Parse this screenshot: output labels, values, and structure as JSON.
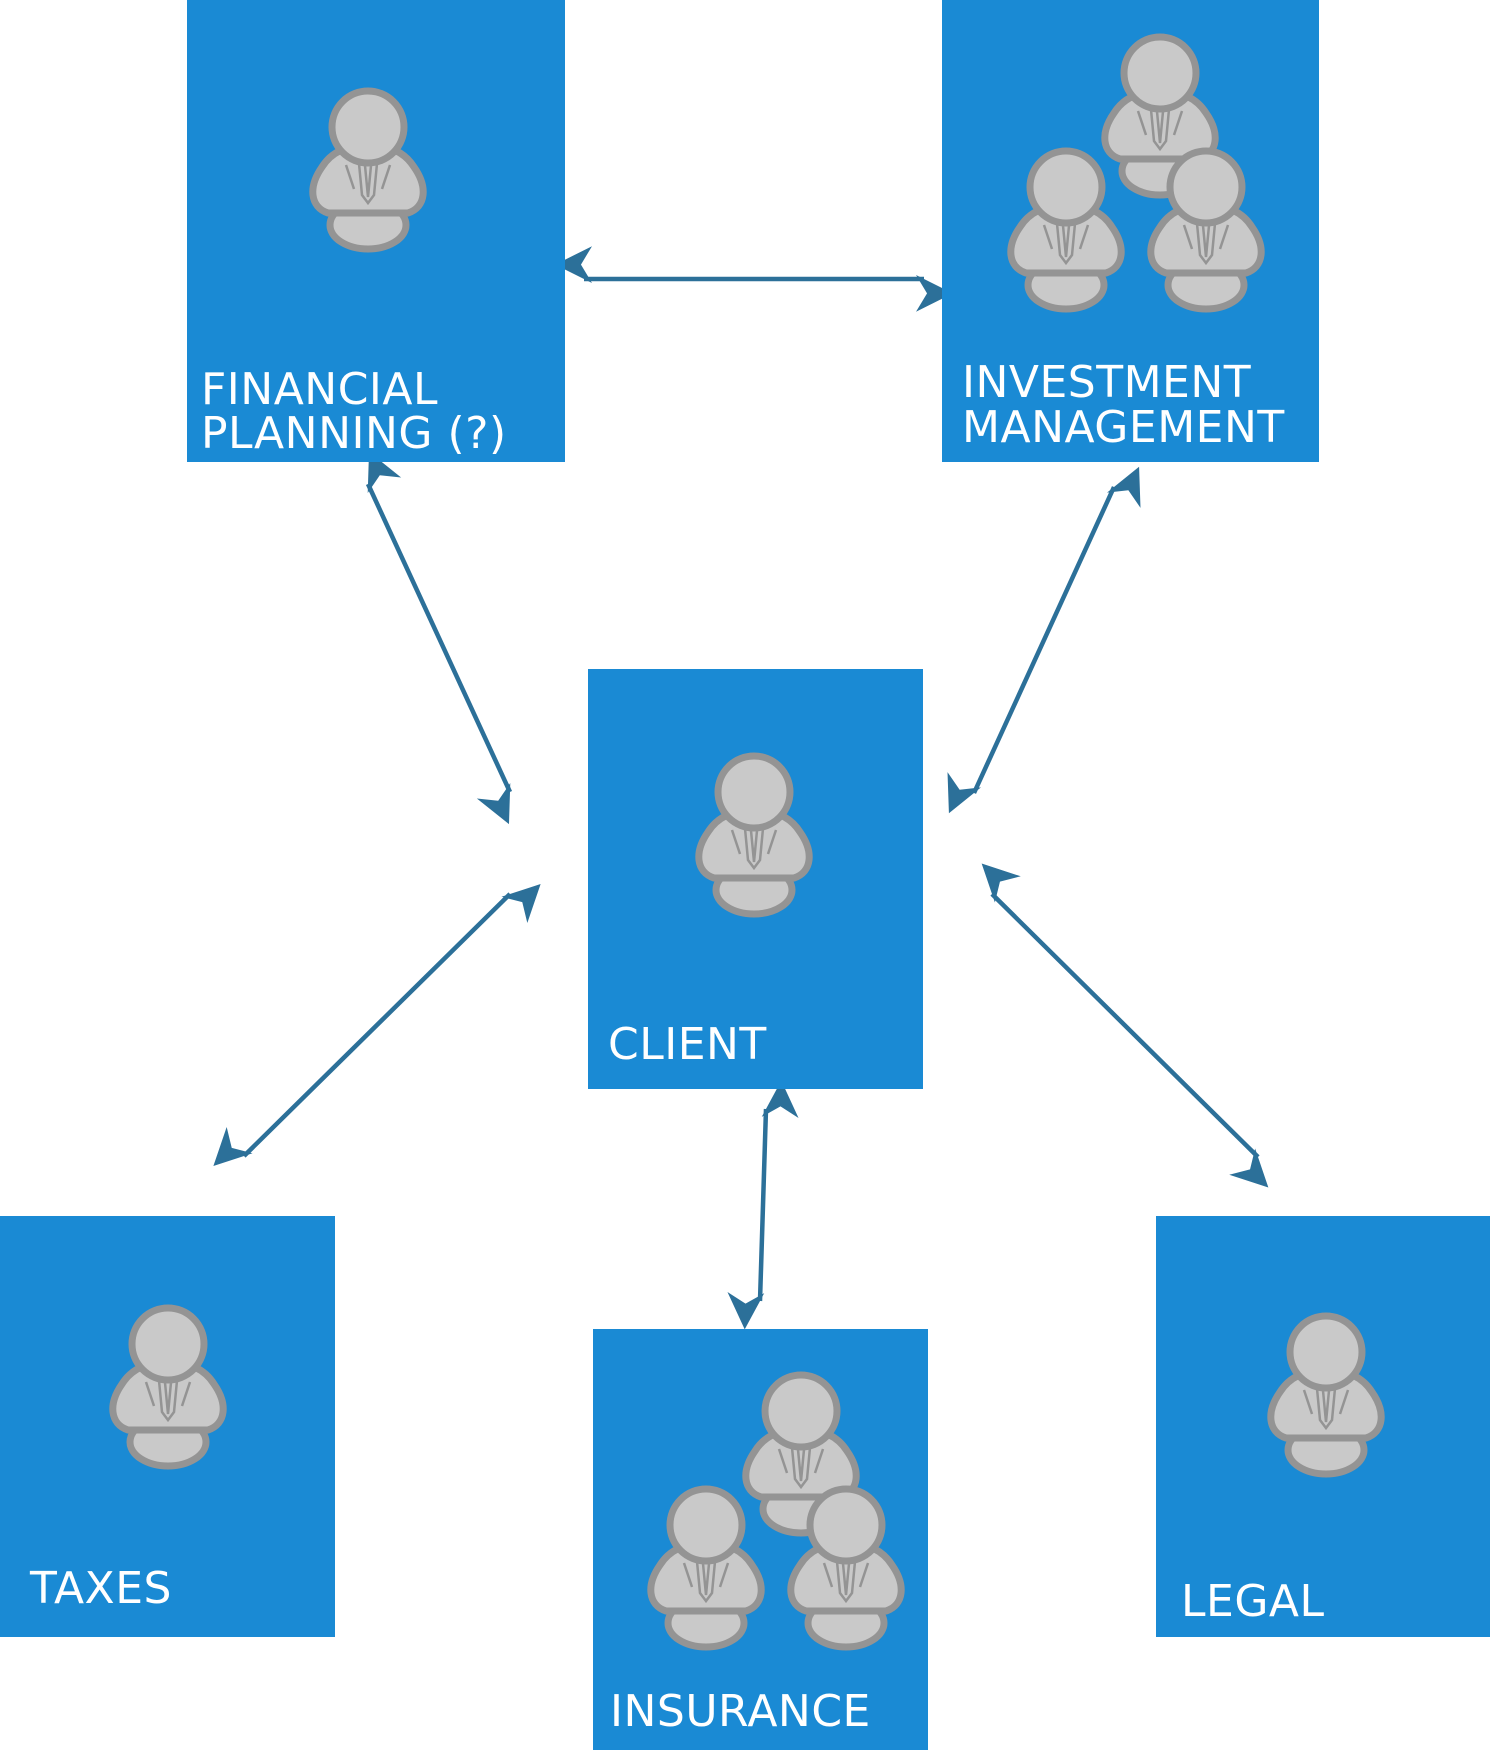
{
  "diagram": {
    "nodes": [
      {
        "id": "financial_planning",
        "label_lines": [
          "FINANCIAL",
          "PLANNING (?)"
        ],
        "people": 1
      },
      {
        "id": "investment_management",
        "label_lines": [
          "INVESTMENT",
          "MANAGEMENT"
        ],
        "people": 3
      },
      {
        "id": "client",
        "label_lines": [
          "CLIENT"
        ],
        "people": 1
      },
      {
        "id": "taxes",
        "label_lines": [
          "TAXES"
        ],
        "people": 1
      },
      {
        "id": "insurance",
        "label_lines": [
          "INSURANCE"
        ],
        "people": 3
      },
      {
        "id": "legal",
        "label_lines": [
          "LEGAL"
        ],
        "people": 1
      }
    ],
    "edges": [
      {
        "from": "financial_planning",
        "to": "investment_management",
        "bidirectional": true
      },
      {
        "from": "financial_planning",
        "to": "client",
        "bidirectional": true
      },
      {
        "from": "investment_management",
        "to": "client",
        "bidirectional": true
      },
      {
        "from": "taxes",
        "to": "client",
        "bidirectional": true
      },
      {
        "from": "insurance",
        "to": "client",
        "bidirectional": true
      },
      {
        "from": "legal",
        "to": "client",
        "bidirectional": true
      }
    ],
    "colors": {
      "box": "#1a8ad4",
      "arrow": "#2c7099",
      "person_fill": "#c9c9c9",
      "person_outline": "#949494",
      "label": "#ffffff"
    },
    "icons": {
      "person": "person-icon",
      "group": "people-group-icon"
    }
  }
}
